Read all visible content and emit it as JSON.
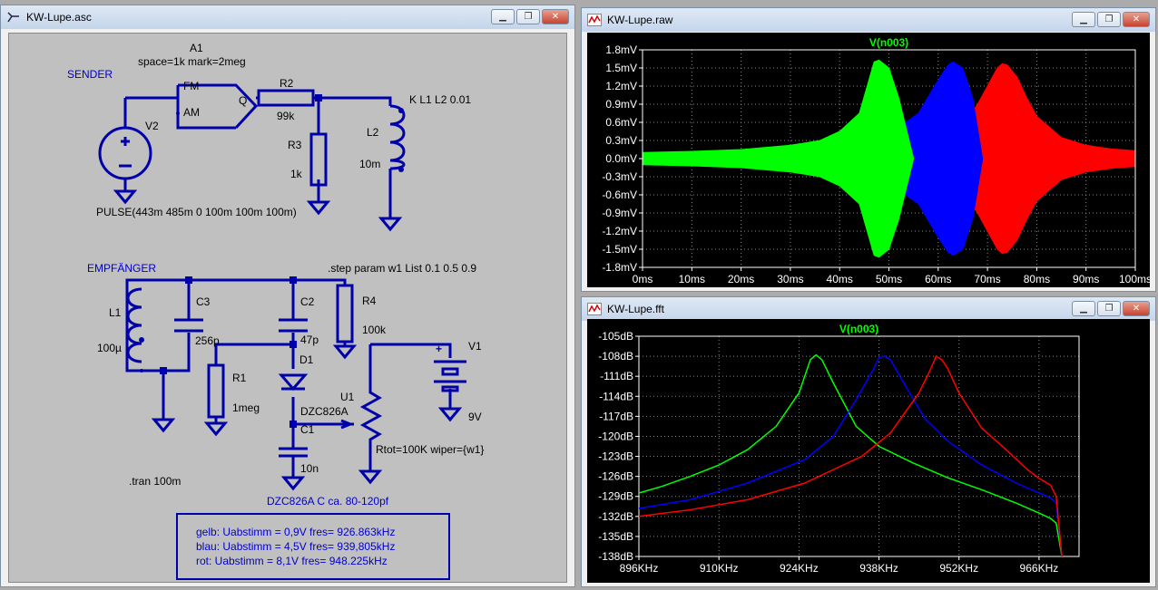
{
  "schematic_window": {
    "title": "KW-Lupe.asc",
    "labels": {
      "a1": "A1",
      "a1_params": "space=1k mark=2meg",
      "sender": "SENDER",
      "fm": "FM",
      "am": "AM",
      "q": "Q",
      "r2": "R2",
      "r2_val": "99k",
      "k": "K L1 L2 0.01",
      "v2": "V2",
      "r3": "R3",
      "r3_val": "1k",
      "l2": "L2",
      "l2_val": "10m",
      "pulse": "PULSE(443m 485m 0 100m 100m 100m)",
      "empfaenger": "EMPFÄNGER",
      "step": ".step param w1 List 0.1 0.5 0.9",
      "l1": "L1",
      "l1_val": "100µ",
      "c3": "C3",
      "c3_val": "256p",
      "c2": "C2",
      "c2_val": "47p",
      "r4": "R4",
      "r4_val": "100k",
      "v1": "V1",
      "v1_val": "9V",
      "d1": "D1",
      "d1_val": "DZC826A",
      "r1": "R1",
      "r1_val": "1meg",
      "u1": "U1",
      "c1": "C1",
      "c1_val": "10n",
      "rtot": "Rtot=100K wiper={w1}",
      "tran": ".tran 100m",
      "dzc_note": "DZC826A C ca. 80-120pf",
      "note1": "gelb: Uabstimm = 0,9V fres= 926.863kHz",
      "note2": "blau: Uabstimm = 4,5V fres= 939,805kHz",
      "note3": "rot:    Uabstimm = 8,1V fres= 948.225kHz"
    }
  },
  "raw_window": {
    "title": "KW-Lupe.raw",
    "plot_title": "V(n003)",
    "chart_data": {
      "type": "area",
      "title": "V(n003)",
      "y_unit": "mV",
      "x_unit": "ms",
      "yticks": [
        "1.8mV",
        "1.5mV",
        "1.2mV",
        "0.9mV",
        "0.6mV",
        "0.3mV",
        "0.0mV",
        "-0.3mV",
        "-0.6mV",
        "-0.9mV",
        "-1.2mV",
        "-1.5mV",
        "-1.8mV"
      ],
      "xticks": [
        "0ms",
        "10ms",
        "20ms",
        "30ms",
        "40ms",
        "50ms",
        "60ms",
        "70ms",
        "80ms",
        "90ms",
        "100ms"
      ],
      "xlim": [
        0,
        100
      ],
      "ylim": [
        -1.8,
        1.8
      ],
      "grid": true,
      "series": [
        {
          "color": "#00ff00",
          "x": [
            0,
            10,
            20,
            30,
            36,
            40,
            44,
            47,
            48,
            50,
            52,
            55
          ],
          "y": [
            0.1,
            0.12,
            0.15,
            0.22,
            0.3,
            0.45,
            0.75,
            1.6,
            1.63,
            1.5,
            1.0,
            0.0
          ]
        },
        {
          "color": "#0000ff",
          "x": [
            0,
            10,
            20,
            30,
            40,
            48,
            52,
            56,
            60,
            62,
            63,
            65,
            67,
            69
          ],
          "y": [
            0.08,
            0.1,
            0.12,
            0.16,
            0.24,
            0.4,
            0.52,
            0.75,
            1.3,
            1.55,
            1.6,
            1.5,
            1.0,
            0.0
          ]
        },
        {
          "color": "#ff0000",
          "x": [
            0,
            10,
            20,
            30,
            40,
            50,
            55,
            60,
            65,
            68,
            70,
            72,
            73,
            74,
            76,
            78,
            80,
            85,
            90,
            95,
            100
          ],
          "y": [
            0.06,
            0.07,
            0.08,
            0.1,
            0.12,
            0.16,
            0.2,
            0.3,
            0.55,
            0.9,
            1.2,
            1.5,
            1.57,
            1.55,
            1.35,
            1.0,
            0.7,
            0.35,
            0.22,
            0.16,
            0.13
          ]
        }
      ]
    }
  },
  "fft_window": {
    "title": "KW-Lupe.fft",
    "plot_title": "V(n003)",
    "chart_data": {
      "type": "line",
      "title": "V(n003)",
      "yticks": [
        "-105dB",
        "-108dB",
        "-111dB",
        "-114dB",
        "-117dB",
        "-120dB",
        "-123dB",
        "-126dB",
        "-129dB",
        "-132dB",
        "-135dB",
        "-138dB"
      ],
      "xticks": [
        "896KHz",
        "910KHz",
        "924KHz",
        "938KHz",
        "952KHz",
        "966KHz"
      ],
      "xlim": [
        896,
        973
      ],
      "ylim": [
        -138,
        -105
      ],
      "grid": true,
      "series": [
        {
          "color": "#00ff00",
          "x": [
            896,
            900,
            905,
            910,
            915,
            920,
            924,
            926,
            927,
            928,
            930,
            934,
            938,
            944,
            950,
            956,
            962,
            966,
            968,
            969,
            970
          ],
          "y": [
            -128.5,
            -127.5,
            -126,
            -124.3,
            -122,
            -118.5,
            -113.5,
            -108.5,
            -107.8,
            -108.5,
            -112,
            -118.5,
            -121.5,
            -124,
            -126.2,
            -128,
            -130,
            -131.5,
            -132.3,
            -133,
            -138
          ]
        },
        {
          "color": "#0000ff",
          "x": [
            896,
            905,
            915,
            925,
            930,
            934,
            937,
            938,
            939,
            940,
            942,
            946,
            950,
            956,
            962,
            966,
            968,
            969,
            970
          ],
          "y": [
            -130.8,
            -129.5,
            -127,
            -123.5,
            -120,
            -114.5,
            -110,
            -108.2,
            -108,
            -108.5,
            -111.5,
            -117.3,
            -120.7,
            -124.3,
            -127,
            -128.5,
            -129.2,
            -130,
            -138
          ]
        },
        {
          "color": "#ff0000",
          "x": [
            896,
            905,
            915,
            925,
            935,
            940,
            945,
            947,
            948,
            949,
            950,
            952,
            956,
            960,
            964,
            966,
            968,
            969,
            970
          ],
          "y": [
            -132,
            -131,
            -129.5,
            -127,
            -123,
            -119.5,
            -113.5,
            -110,
            -108,
            -108.5,
            -109.8,
            -113.5,
            -118.8,
            -121.8,
            -125,
            -126.3,
            -127.3,
            -129,
            -138
          ]
        }
      ]
    }
  }
}
